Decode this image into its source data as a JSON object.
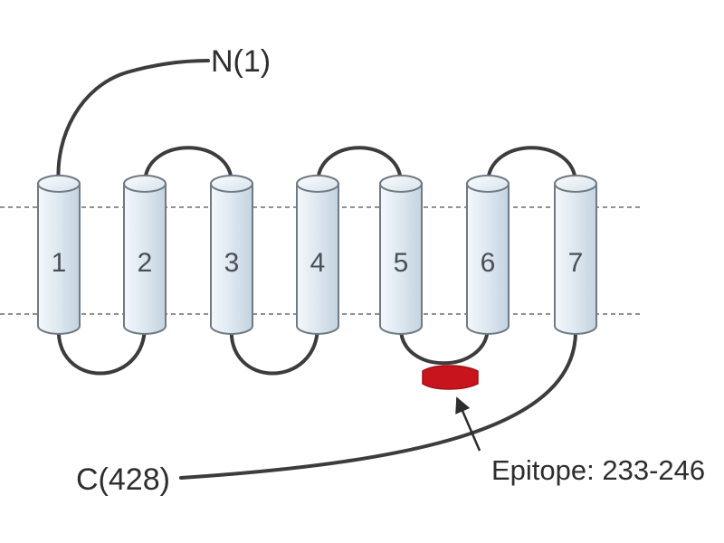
{
  "diagram": {
    "helices": [
      {
        "label": "1"
      },
      {
        "label": "2"
      },
      {
        "label": "3"
      },
      {
        "label": "4"
      },
      {
        "label": "5"
      },
      {
        "label": "6"
      },
      {
        "label": "7"
      }
    ],
    "n_terminus": "N(1)",
    "c_terminus": "C(428)",
    "epitope_label": "Epitope: 233-246",
    "colors": {
      "helix_fill": "#dfe9f1",
      "helix_stroke": "#6f7a84",
      "loop": "#3c3c3c",
      "epitope": "#c8141c",
      "membrane_line": "#6d6d6d"
    }
  }
}
